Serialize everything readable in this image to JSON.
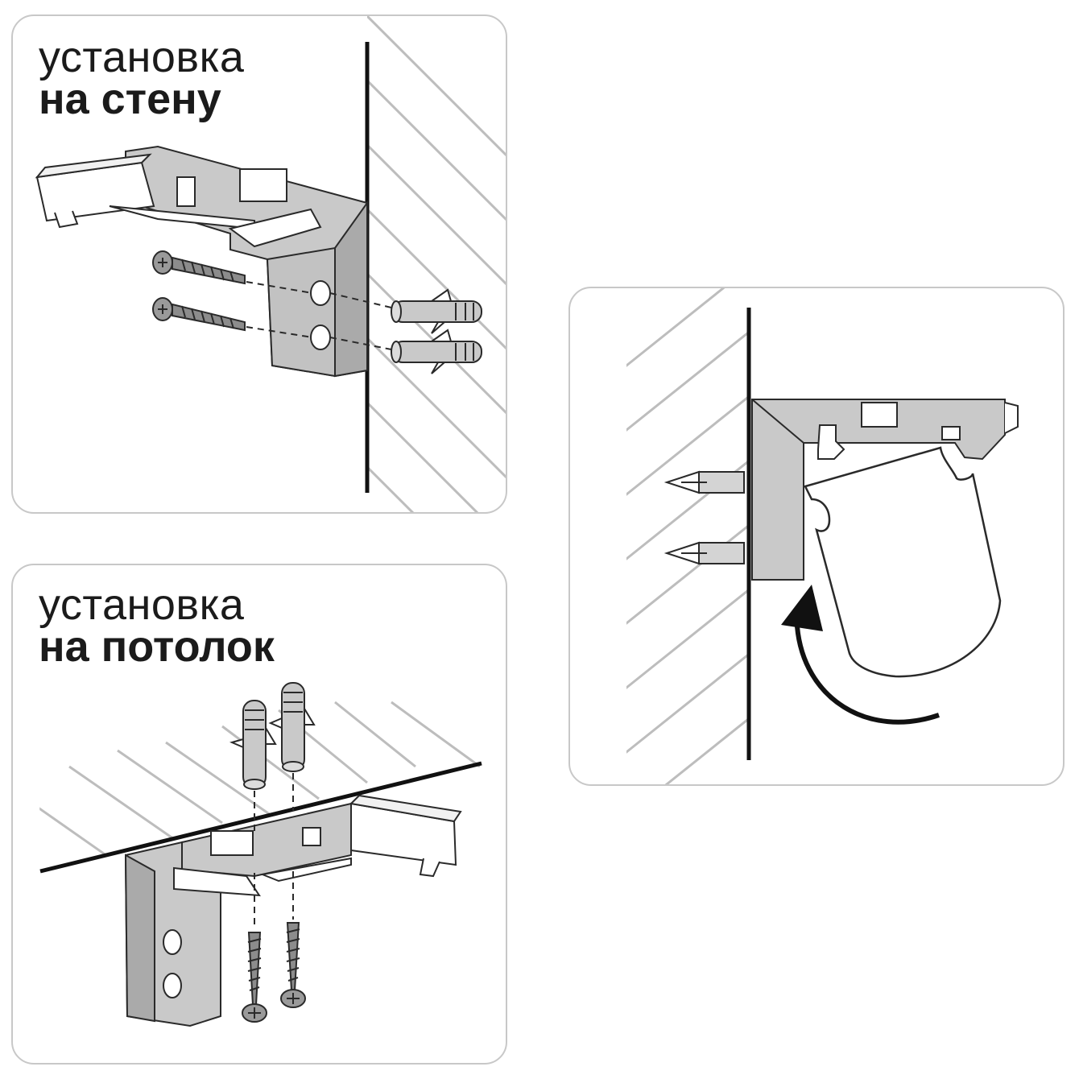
{
  "panels": {
    "wall": {
      "title_line1": "установка",
      "title_line2": "на стену"
    },
    "ceiling": {
      "title_line1": "установка",
      "title_line2": "на потолок"
    }
  },
  "colors": {
    "bracket_fill": "#c9c9c9",
    "outline": "#2a2a2a",
    "hatch": "#bdbdbd",
    "panel_border": "#c8c8c8"
  }
}
